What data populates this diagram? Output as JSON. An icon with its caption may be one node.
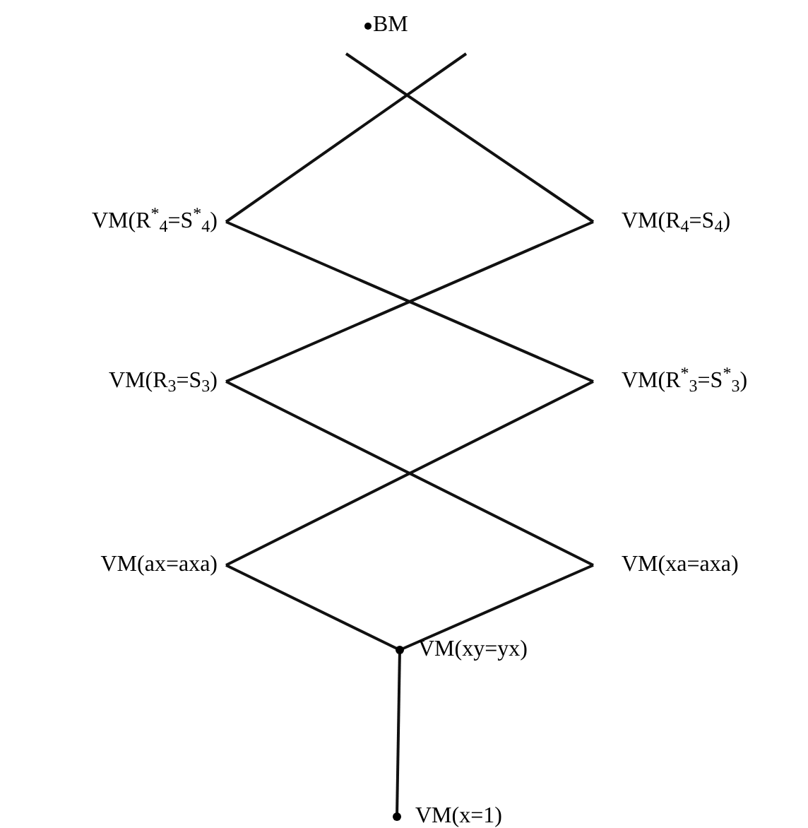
{
  "diagram": {
    "nodes": [
      {
        "text": [
          "BM"
        ]
      },
      {
        "text": [
          "VM(R$^{*}$$_{4}$=S$^{*}$$_{4}$)"
        ]
      },
      {
        "text": [
          "VM(R$_{4}$=S$_{4}$)"
        ]
      },
      {
        "text": [
          "VM(R$_{3}$=S$_{3}$)"
        ]
      },
      {
        "text": [
          "VM(R$^{*}$$_{3}$=S$^{*}$$_{3}$)"
        ]
      },
      {
        "text": [
          "VM(ax=axa)"
        ]
      },
      {
        "text": [
          "VM(xa=axa)"
        ]
      },
      {
        "text": [
          "VM(xy=yx)"
        ]
      },
      {
        "text": [
          "VM(x=1)"
        ]
      }
    ],
    "edges": [
      {
        "from": null,
        "to": 1,
        "arrow": "none"
      },
      {
        "from": null,
        "to": 2,
        "arrow": "none"
      },
      {
        "from": 1,
        "to": 4,
        "arrow": "none"
      },
      {
        "from": 2,
        "to": 3,
        "arrow": "none"
      },
      {
        "from": 3,
        "to": 6,
        "arrow": "none"
      },
      {
        "from": 4,
        "to": 5,
        "arrow": "none"
      },
      {
        "from": 5,
        "to": 7,
        "arrow": "none"
      },
      {
        "from": 6,
        "to": 7,
        "arrow": "none"
      },
      {
        "from": 7,
        "to": 8,
        "arrow": "none"
      }
    ]
  }
}
